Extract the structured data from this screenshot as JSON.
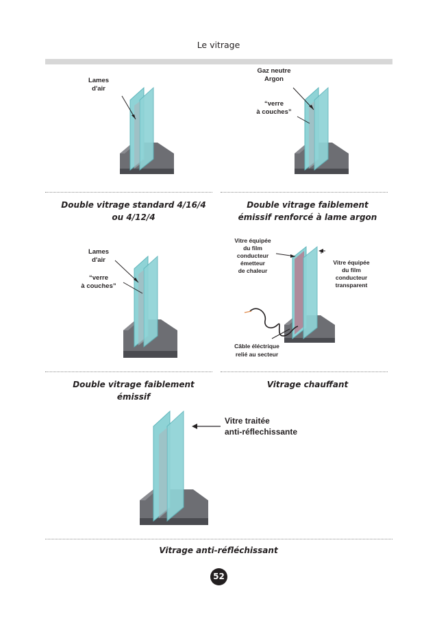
{
  "header": {
    "title": "Le vitrage"
  },
  "figures": [
    {
      "labels": [
        "Lames",
        "d'air"
      ],
      "caption": "Double vitrage standard 4/16/4 ou 4/12/4"
    },
    {
      "labels": [
        "Gaz neutre",
        "Argon",
        "“verre",
        "à couches”"
      ],
      "caption": "Double vitrage faiblement émissif renforcé à lame argon"
    },
    {
      "labels": [
        "Lames",
        "d'air",
        "“verre",
        "à couches”"
      ],
      "caption": "Double vitrage faiblement émissif"
    },
    {
      "labels": [
        "Vitre  équipée",
        "du film",
        "conducteur",
        "émetteur",
        "de chaleur",
        "Vitre équipée",
        "du film",
        "conducteur",
        "transparent",
        "Câble éléctrique",
        "relié au secteur"
      ],
      "caption": "Vitrage chauffant"
    },
    {
      "labels": [
        "Vitre traitée",
        "anti-réflechissante"
      ],
      "caption": "Vitrage anti-réfléchissant"
    }
  ],
  "page": {
    "number": "52"
  },
  "colors": {
    "glass": "#8fd3d6",
    "glass_edge": "#5fb5bb",
    "base": "#6d6e73",
    "base_dark": "#4a4b50",
    "heating_film": "#c9506b",
    "header_bar": "#d7d7d7"
  }
}
